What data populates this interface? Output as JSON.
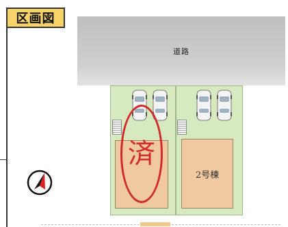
{
  "header": {
    "title": "区画図"
  },
  "road": {
    "label": "道路"
  },
  "lots": [
    {
      "status_stamp": "済",
      "house_label": ""
    },
    {
      "status_stamp": "",
      "house_label": "2号棟"
    }
  ],
  "icons": {
    "compass": "north-arrow-icon",
    "car": "parked-car-icon",
    "stairs": "stairs-icon"
  },
  "colors": {
    "title_bg": "#f7d36a",
    "road": "#c8c8c8",
    "lot": "#d7e9bf",
    "house": "#f0c9a0",
    "sold_mark": "#d22a2a"
  }
}
